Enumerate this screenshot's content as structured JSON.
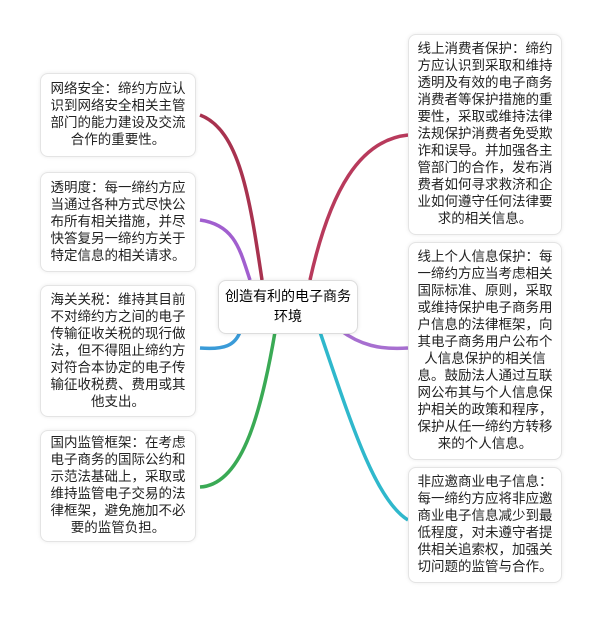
{
  "center": {
    "lines": [
      "创造有利的电子商务",
      "环境"
    ]
  },
  "left": [
    {
      "lines": [
        "网络安全：缔约方应认",
        "识到网络安全相关主管",
        "部门的能力建设及交流",
        "合作的重要性。"
      ]
    },
    {
      "lines": [
        "透明度：每一缔约方应",
        "当通过各种方式尽快公",
        "布所有相关措施，并尽",
        "快答复另一缔约方关于",
        "特定信息的相关请求。"
      ]
    },
    {
      "lines": [
        "海关关税：维持其目前",
        "不对缔约方之间的电子",
        "传输征收关税的现行做",
        "法，但不得阻止缔约方",
        "对符合本协定的电子传",
        "输征收税费、费用或其",
        "他支出。"
      ]
    },
    {
      "lines": [
        "国内监管框架：在考虑",
        "电子商务的国际公约和",
        "示范法基础上，采取或",
        "维持监管电子交易的法",
        "律框架，避免施加不必",
        "要的监管负担。"
      ]
    }
  ],
  "right": [
    {
      "lines": [
        "线上消费者保护：缔约",
        "方应认识到采取和维持",
        "透明及有效的电子商务",
        "消费者等保护措施的重",
        "要性，采取或维持法律",
        "法规保护消费者免受欺",
        "诈和误导。并加强各主",
        "管部门的合作，发布消",
        "费者如何寻求救济和企",
        "业如何遵守任何法律要",
        "求的相关信息。"
      ]
    },
    {
      "lines": [
        "线上个人信息保护：每",
        "一缔约方应当考虑相关",
        "国际标准、原则，采取",
        "或维持保护电子商务用",
        "户信息的法律框架，向",
        "其电子商务用户公布个",
        "人信息保护的相关信",
        "息。鼓励法人通过互联",
        "网公布其与个人信息保",
        "护相关的政策和程序，",
        "保护从任一缔约方转移",
        "来的个人信息。"
      ]
    },
    {
      "lines": [
        "非应邀商业电子信息：",
        "每一缔约方应将非应邀",
        "商业电子信息减少到最",
        "低程度，对未遵守者提",
        "供相关追索权，加强关",
        "切问题的监管与合作。"
      ]
    }
  ],
  "colors": {
    "left": [
      "#a8324f",
      "#a15fcf",
      "#3a9bd8",
      "#3aaa55"
    ],
    "right": [
      "#b83a5c",
      "#a76fd0",
      "#2fb8cc"
    ]
  }
}
